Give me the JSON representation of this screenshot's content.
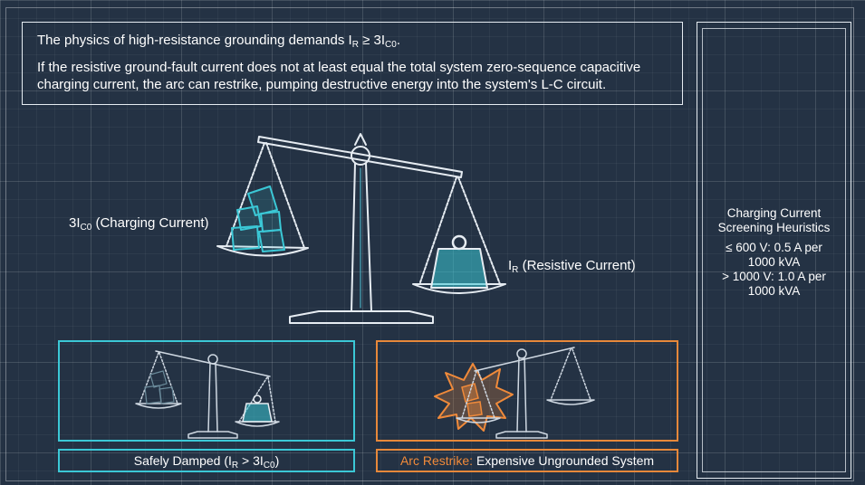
{
  "header": {
    "line1_text": "The physics of high-resistance grounding demands I",
    "line1_sub1": "R",
    "line1_mid": " ≥ 3I",
    "line1_sub2": "C0",
    "line1_end": ".",
    "line2": "If the resistive ground-fault current does not at least equal the total system zero-sequence capacitive charging current, the arc can restrike, pumping destructive energy into the system's L-C circuit."
  },
  "scale": {
    "left_label_pre": "3I",
    "left_label_sub": "C0",
    "left_label_post": " (Charging Current)",
    "right_label_pre": "I",
    "right_label_sub": "R",
    "right_label_post": " (Resistive Current)"
  },
  "side_panel": {
    "title_line1": "Charging Current",
    "title_line2": "Screening Heuristics",
    "rule1_line1": "≤ 600 V: 0.5 A per",
    "rule1_line2": "1000 kVA",
    "rule2_line1": "> 1000 V: 1.0 A per",
    "rule2_line2": "1000 kVA"
  },
  "panels": {
    "safe_caption_pre": "Safely Damped (I",
    "safe_caption_sub1": "R",
    "safe_caption_mid": " > 3I",
    "safe_caption_sub2": "C0",
    "safe_caption_post": ")",
    "arc_caption_highlight": "Arc Restrike:",
    "arc_caption_rest": " Expensive Ungrounded System"
  },
  "colors": {
    "background": "#243244",
    "line": "#e6ecf2",
    "cyan_accent": "#3bc8d6",
    "orange_accent": "#e7883a"
  },
  "icons": [
    "balance-scale-icon",
    "weight-icon",
    "ice-blocks-icon",
    "spark-burst-icon"
  ]
}
